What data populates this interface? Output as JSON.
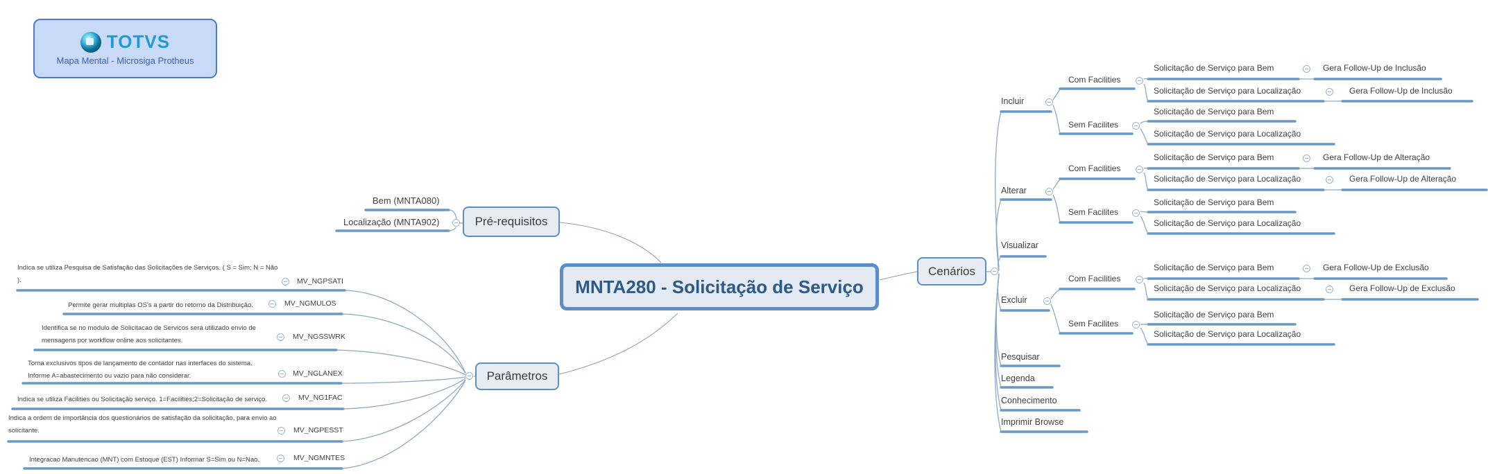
{
  "colors": {
    "branch": "#6898C6",
    "node_border": "#5E8EC7",
    "node_fill": "#E7ECF3",
    "root_border": "#5B8DC8",
    "root_text": "#2D5986",
    "text": "#3F3F3F",
    "logo_brand": "#1E9CCF"
  },
  "logo": {
    "brand": "TOTVS",
    "subtitle": "Mapa Mental - Microsiga Protheus"
  },
  "root": {
    "title": "MNTA280 - Solicitação de Serviço"
  },
  "prerequisites": {
    "label": "Pré-requisitos",
    "items": [
      {
        "label": "Bem (MNTA080)"
      },
      {
        "label": "Localização (MNTA902)"
      }
    ]
  },
  "parameters": {
    "label": "Parâmetros",
    "items": [
      {
        "description": "Indica se utiliza Pesquisa de Satisfação das Solicitações de Serviços. ( S = Sim; N = Não ).",
        "code": "MV_NGPSATI"
      },
      {
        "description": "Permite gerar multiplas OS's a partir do retorno da Distribuição.",
        "code": "MV_NGMULOS"
      },
      {
        "description": "Identifica se no modulo de Solicitacao de Servicos será utilizado envio de mensagens por workflow online aos solicitantes.",
        "code": "MV_NGSSWRK"
      },
      {
        "description": "Torna exclusivos tipos de lançamento de contador  nas interfaces do sistema. Informe A=abastecimento ou vazio para não considerar.",
        "code": "MV_NGLANEX"
      },
      {
        "description": "Indica se utiliza Facilities ou Solicitação  serviço. 1=Facilities;2=Solicitação de serviço.",
        "code": "MV_NG1FAC"
      },
      {
        "description": "Indica a ordem de importância dos questionários de satisfação da solicitação, para envio ao solicitante.",
        "code": "MV_NGPESST"
      },
      {
        "description": "Integracao Manutencao (MNT) com Estoque (EST) Informar S=Sim ou N=Nao.",
        "code": "MV_NGMNTES"
      }
    ]
  },
  "scenarios": {
    "label": "Cenários",
    "children": [
      {
        "label": "Incluir",
        "groups": [
          {
            "label": "Com Facilities",
            "items": [
              {
                "label": "Solicitação de Serviço para Bem",
                "followup": "Gera Follow-Up de Inclusão"
              },
              {
                "label": "Solicitação de Serviço para Localização",
                "followup": "Gera Follow-Up de Inclusão"
              }
            ]
          },
          {
            "label": "Sem Facilites",
            "items": [
              {
                "label": "Solicitação de Serviço para Bem"
              },
              {
                "label": "Solicitação de Serviço para Localização"
              }
            ]
          }
        ]
      },
      {
        "label": "Alterar",
        "groups": [
          {
            "label": "Com Facilities",
            "items": [
              {
                "label": "Solicitação de Serviço para Bem",
                "followup": "Gera Follow-Up de Alteração"
              },
              {
                "label": "Solicitação de Serviço para Localização",
                "followup": "Gera Follow-Up de Alteração"
              }
            ]
          },
          {
            "label": "Sem Facilites",
            "items": [
              {
                "label": "Solicitação de Serviço para Bem"
              },
              {
                "label": "Solicitação de Serviço para Localização"
              }
            ]
          }
        ]
      },
      {
        "label": "Visualizar"
      },
      {
        "label": "Excluir",
        "groups": [
          {
            "label": "Com Facilities",
            "items": [
              {
                "label": "Solicitação de Serviço para Bem",
                "followup": "Gera Follow-Up de Exclusão"
              },
              {
                "label": "Solicitação de Serviço para Localização",
                "followup": "Gera Follow-Up de Exclusão"
              }
            ]
          },
          {
            "label": "Sem Facilites",
            "items": [
              {
                "label": "Solicitação de Serviço para Bem"
              },
              {
                "label": "Solicitação de Serviço para Localização"
              }
            ]
          }
        ]
      },
      {
        "label": "Pesquisar"
      },
      {
        "label": "Legenda"
      },
      {
        "label": "Conhecimento"
      },
      {
        "label": "Imprimir Browse"
      }
    ]
  }
}
